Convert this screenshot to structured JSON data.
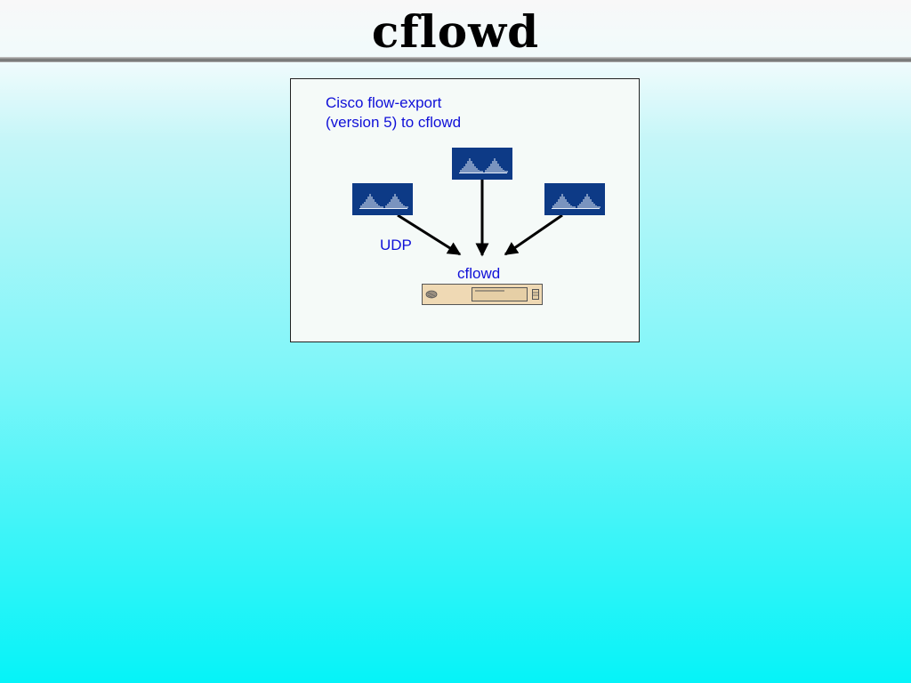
{
  "slide": {
    "title": "cflowd"
  },
  "diagram": {
    "caption_line1": "Cisco flow-export",
    "caption_line2": "(version 5) to cflowd",
    "protocol_label": "UDP",
    "collector_label": "cflowd",
    "router_color": "#0d3a86",
    "text_color": "#1010d8",
    "icons": [
      "router-icon",
      "router-icon",
      "router-icon",
      "server-icon"
    ]
  }
}
